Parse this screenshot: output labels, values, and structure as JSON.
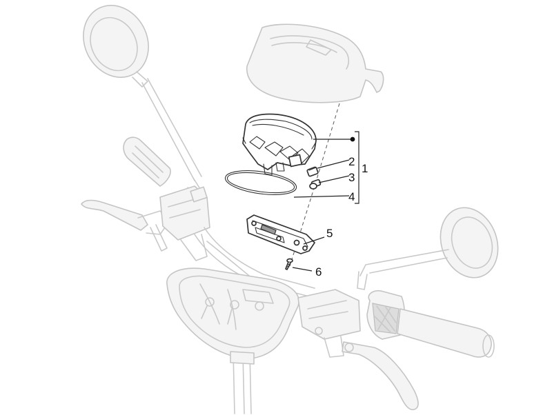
{
  "callouts": {
    "c1": "1",
    "c2": "2",
    "c3": "3",
    "c4": "4",
    "c5": "5",
    "c6": "6"
  },
  "colors": {
    "background": "#ffffff",
    "ghost_lines": "#c9c9c9",
    "part_lines": "#333333",
    "label_text": "#111111"
  }
}
